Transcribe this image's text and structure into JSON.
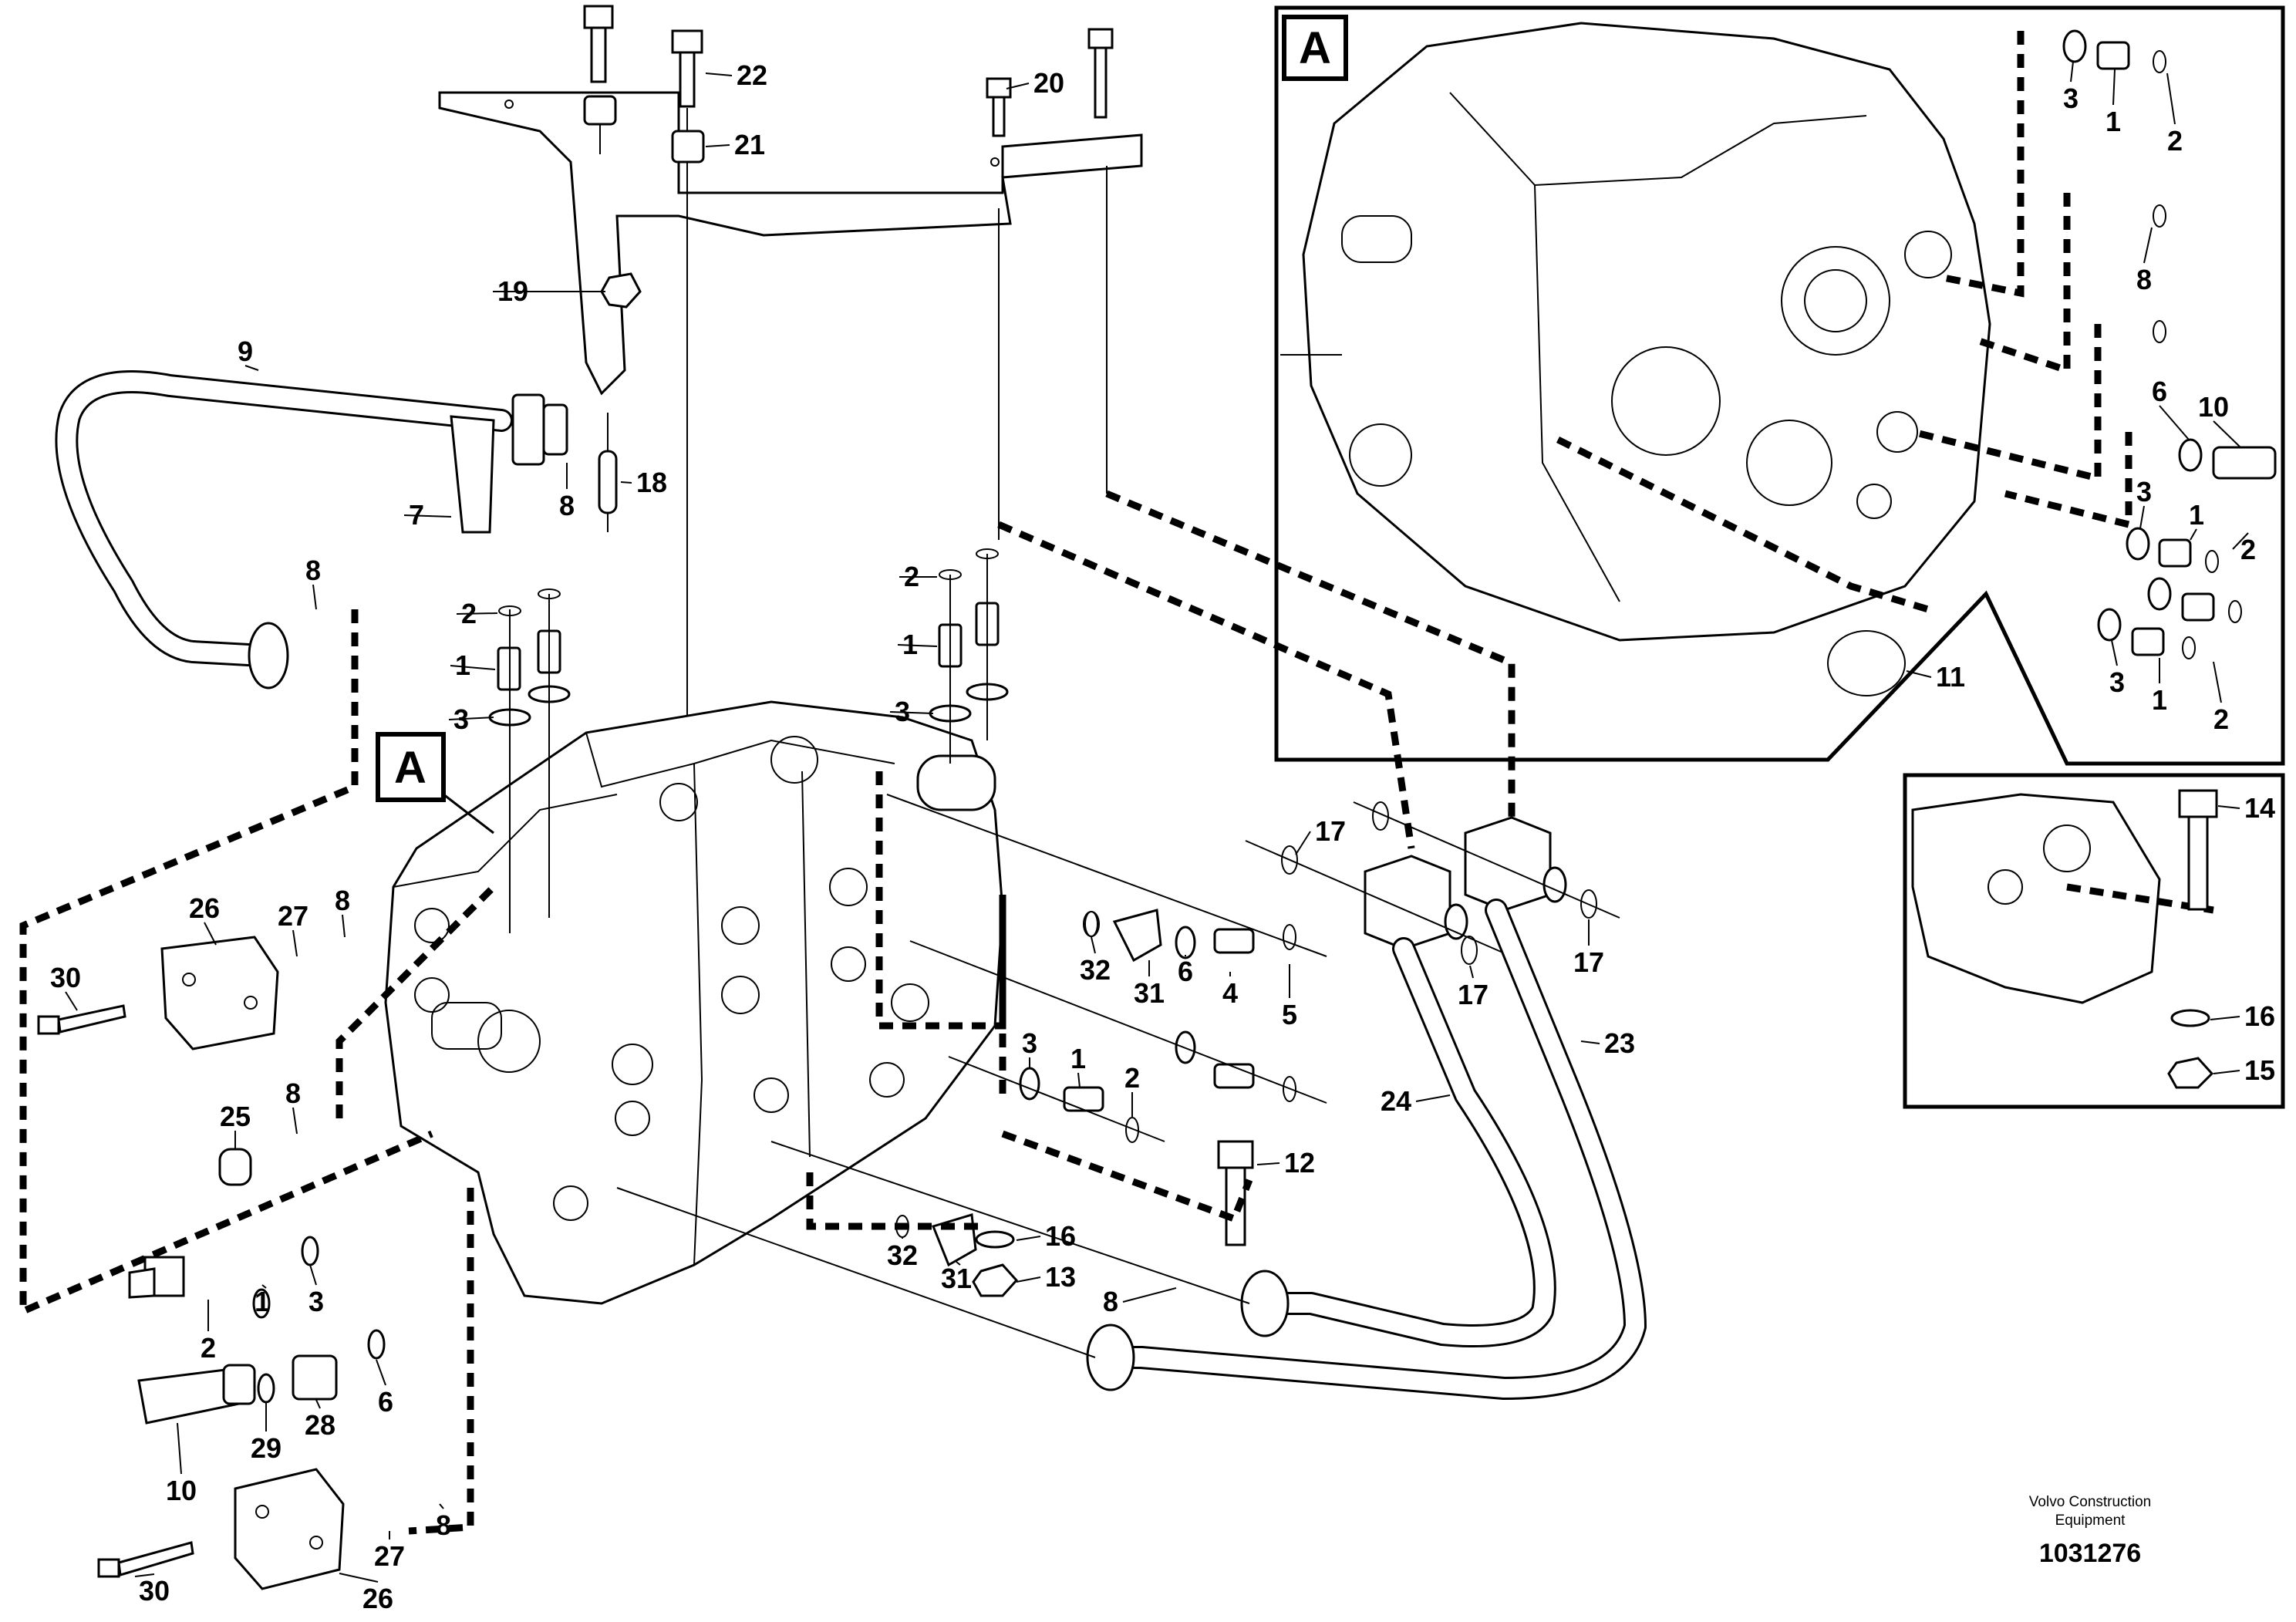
{
  "callouts": [
    {
      "id": "c22",
      "text": "22"
    },
    {
      "id": "c21",
      "text": "21"
    },
    {
      "id": "c20",
      "text": "20"
    },
    {
      "id": "c19",
      "text": "19"
    },
    {
      "id": "c9",
      "text": "9"
    },
    {
      "id": "c7",
      "text": "7"
    },
    {
      "id": "c8a",
      "text": "8"
    },
    {
      "id": "c18",
      "text": "18"
    },
    {
      "id": "c8b",
      "text": "8"
    },
    {
      "id": "c2a",
      "text": "2"
    },
    {
      "id": "c1a",
      "text": "1"
    },
    {
      "id": "c3a",
      "text": "3"
    },
    {
      "id": "c2b",
      "text": "2"
    },
    {
      "id": "c1b",
      "text": "1"
    },
    {
      "id": "c3b",
      "text": "3"
    },
    {
      "id": "c26a",
      "text": "26"
    },
    {
      "id": "c27a",
      "text": "27"
    },
    {
      "id": "c8c",
      "text": "8"
    },
    {
      "id": "c30a",
      "text": "30"
    },
    {
      "id": "c25",
      "text": "25"
    },
    {
      "id": "c8d",
      "text": "8"
    },
    {
      "id": "c32a",
      "text": "32"
    },
    {
      "id": "c31a",
      "text": "31"
    },
    {
      "id": "c6a",
      "text": "6"
    },
    {
      "id": "c4",
      "text": "4"
    },
    {
      "id": "c5",
      "text": "5"
    },
    {
      "id": "c3c",
      "text": "3"
    },
    {
      "id": "c1c",
      "text": "1"
    },
    {
      "id": "c2c",
      "text": "2"
    },
    {
      "id": "c12",
      "text": "12"
    },
    {
      "id": "c17a",
      "text": "17"
    },
    {
      "id": "c17b",
      "text": "17"
    },
    {
      "id": "c17c",
      "text": "17"
    },
    {
      "id": "c24",
      "text": "24"
    },
    {
      "id": "c23",
      "text": "23"
    },
    {
      "id": "c32b",
      "text": "32"
    },
    {
      "id": "c16a",
      "text": "16"
    },
    {
      "id": "c31b",
      "text": "31"
    },
    {
      "id": "c13",
      "text": "13"
    },
    {
      "id": "c8e",
      "text": "8"
    },
    {
      "id": "c2d",
      "text": "2"
    },
    {
      "id": "c1d",
      "text": "1"
    },
    {
      "id": "c3d",
      "text": "3"
    },
    {
      "id": "c10a",
      "text": "10"
    },
    {
      "id": "c29",
      "text": "29"
    },
    {
      "id": "c28",
      "text": "28"
    },
    {
      "id": "c6b",
      "text": "6"
    },
    {
      "id": "c30b",
      "text": "30"
    },
    {
      "id": "c26b",
      "text": "26"
    },
    {
      "id": "c27b",
      "text": "27"
    },
    {
      "id": "c8f",
      "text": "8"
    },
    {
      "id": "d3a",
      "text": "3"
    },
    {
      "id": "d1a",
      "text": "1"
    },
    {
      "id": "d2a",
      "text": "2"
    },
    {
      "id": "d8",
      "text": "8"
    },
    {
      "id": "d6",
      "text": "6"
    },
    {
      "id": "d10",
      "text": "10"
    },
    {
      "id": "d3b",
      "text": "3"
    },
    {
      "id": "d1b",
      "text": "1"
    },
    {
      "id": "d2b",
      "text": "2"
    },
    {
      "id": "d3c",
      "text": "3"
    },
    {
      "id": "d1c",
      "text": "1"
    },
    {
      "id": "d2c",
      "text": "2"
    },
    {
      "id": "d11",
      "text": "11"
    },
    {
      "id": "e14",
      "text": "14"
    },
    {
      "id": "e16",
      "text": "16"
    },
    {
      "id": "e15",
      "text": "15"
    }
  ],
  "view_label_main": "A",
  "view_label_detail": "A",
  "credit_line1": "Volvo Construction",
  "credit_line2": "Equipment",
  "document_number": "1031276"
}
